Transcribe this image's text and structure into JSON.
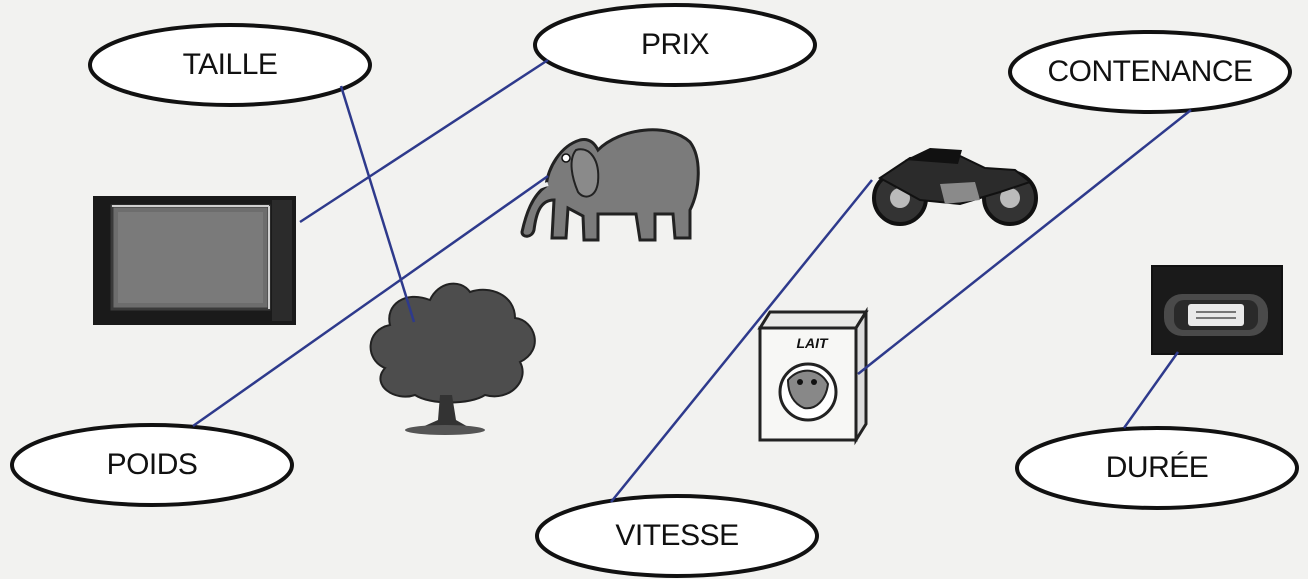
{
  "labels": {
    "taille": "TAILLE",
    "prix": "PRIX",
    "contenance": "CONTENANCE",
    "poids": "POIDS",
    "vitesse": "VITESSE",
    "duree": "DURÉE"
  },
  "items": {
    "milk_carton_text": "LAIT"
  },
  "connections": [
    {
      "from": "TAILLE",
      "to": "tree-image"
    },
    {
      "from": "PRIX",
      "to": "tv-image"
    },
    {
      "from": "POIDS",
      "to": "elephant-image"
    },
    {
      "from": "VITESSE",
      "to": "motorcycle-image"
    },
    {
      "from": "CONTENANCE",
      "to": "milk-carton-image"
    },
    {
      "from": "DURÉE",
      "to": "videocassette-image"
    }
  ],
  "colors": {
    "line": "#2e3a8c",
    "ink": "#111111",
    "paper": "#f2f2f0"
  }
}
